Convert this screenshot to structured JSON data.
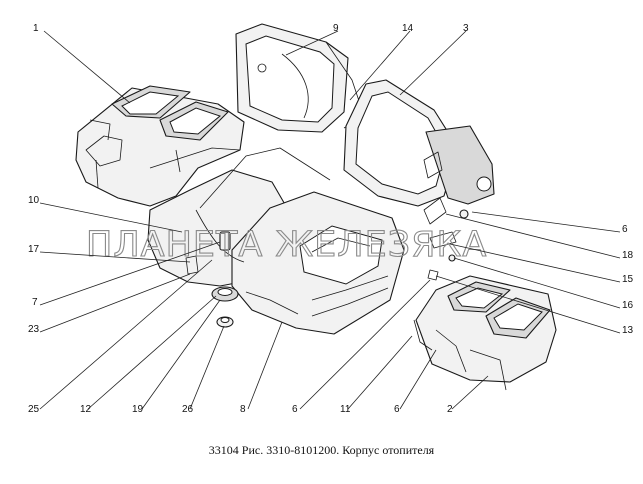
{
  "watermark": "ПЛАНЕТА ЖЕЛЕЗЯКА",
  "caption": "33104 Рис. 3310-8101200.  Корпус отопителя",
  "callouts": {
    "c1": "1",
    "c9": "9",
    "c14": "14",
    "c3": "3",
    "c10": "10",
    "c17": "17",
    "c7": "7",
    "c23": "23",
    "c25": "25",
    "c12": "12",
    "c19": "19",
    "c26": "26",
    "c8": "8",
    "c6a": "6",
    "c11": "11",
    "c6b": "6",
    "c2": "2",
    "c6r": "6",
    "c18": "18",
    "c15": "15",
    "c16": "16",
    "c13": "13"
  }
}
